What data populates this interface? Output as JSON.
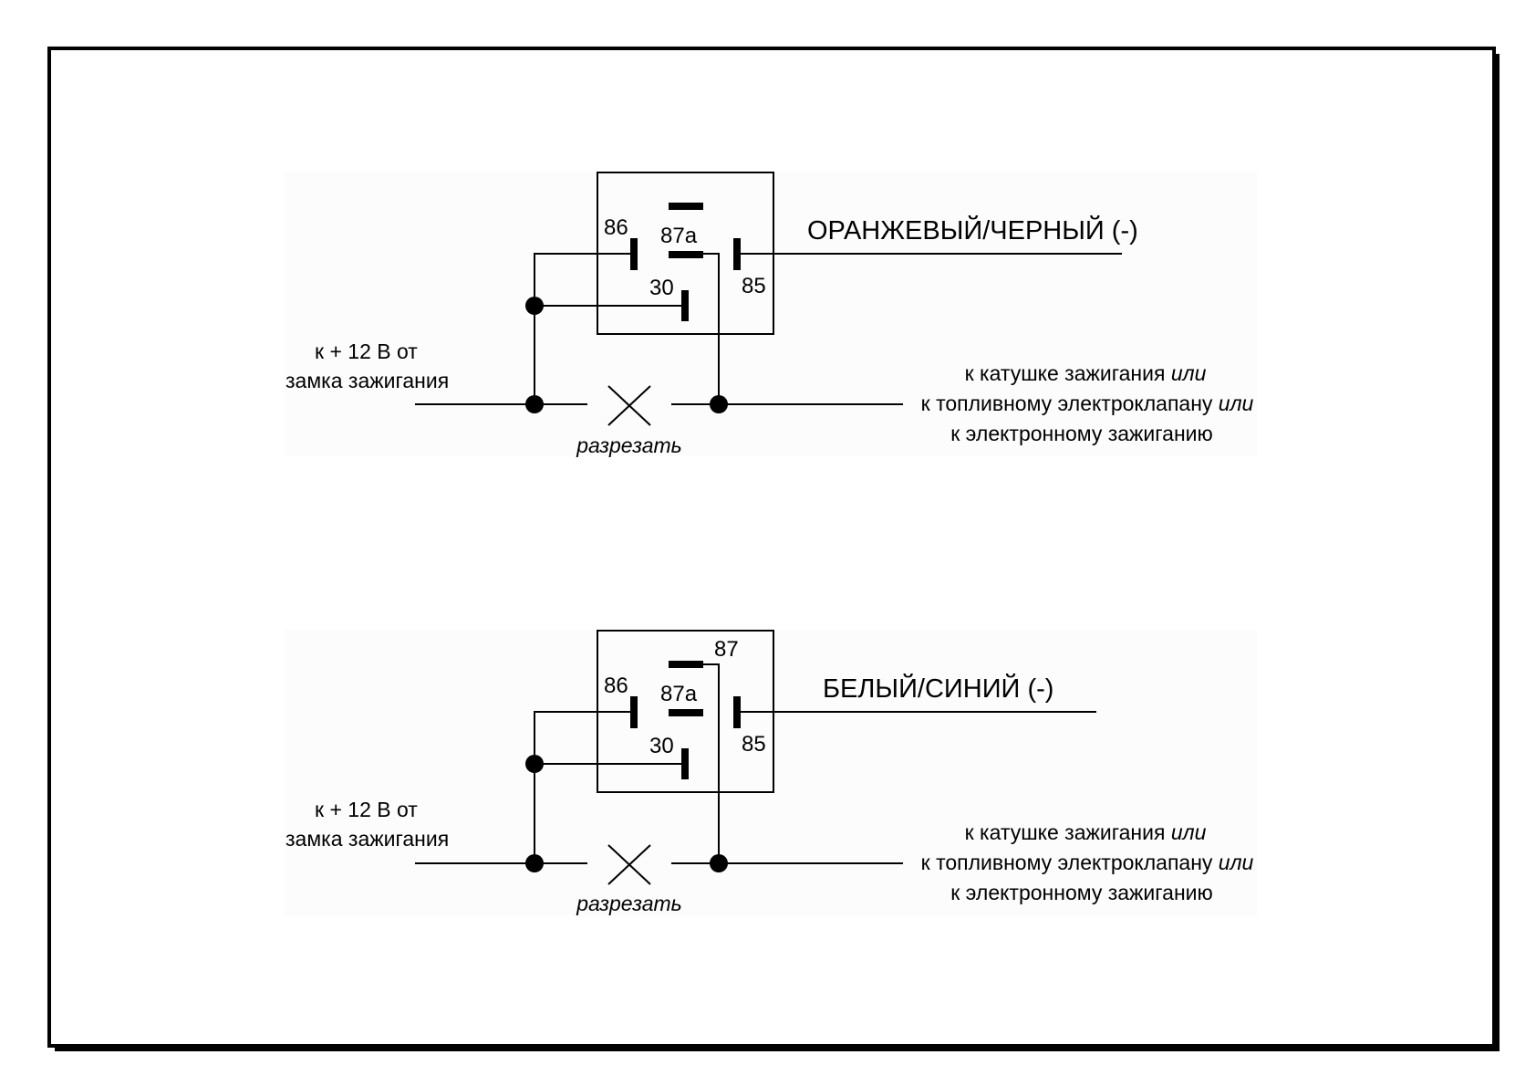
{
  "diagrams": [
    {
      "pins": {
        "p86": "86",
        "p87a": "87a",
        "p30": "30",
        "p85": "85",
        "p87": ""
      },
      "wire_label": "ОРАНЖЕВЫЙ/ЧЕРНЫЙ (-)",
      "source": {
        "line1": "к + 12 В от",
        "line2": "замка зажигания"
      },
      "cut_label": "разрезать",
      "dest": {
        "line1_text": "к катушке зажигания ",
        "line1_em": "или",
        "line2_text": "к топливному электроклапану ",
        "line2_em": "или",
        "line3_text": "к электронному зажиганию"
      }
    },
    {
      "pins": {
        "p86": "86",
        "p87a": "87a",
        "p30": "30",
        "p85": "85",
        "p87": "87"
      },
      "wire_label": "БЕЛЫЙ/СИНИЙ (-)",
      "source": {
        "line1": "к + 12 В от",
        "line2": "замка зажигания"
      },
      "cut_label": "разрезать",
      "dest": {
        "line1_text": "к катушке зажигания ",
        "line1_em": "или",
        "line2_text": "к топливному электроклапану ",
        "line2_em": "или",
        "line3_text": "к электронному зажиганию"
      }
    }
  ],
  "colors": {
    "line": "#000000",
    "panel": "#fcfcfc",
    "shadow": "#000000"
  }
}
